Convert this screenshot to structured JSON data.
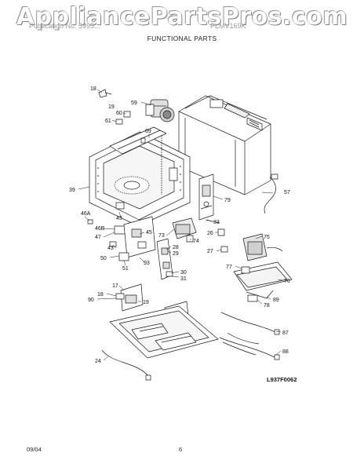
{
  "watermark": "AppliancePartsPros.com",
  "header": {
    "publication": "Publication No. 5995...",
    "model": "PLMV169K",
    "section_title": "FUNCTIONAL PARTS"
  },
  "diagram_code": "L937F0062",
  "footer": {
    "date": "09/04",
    "page": "6"
  },
  "callouts": [
    {
      "id": "c18a",
      "label": "18"
    },
    {
      "id": "c19a",
      "label": "19"
    },
    {
      "id": "c59",
      "label": "59"
    },
    {
      "id": "c60",
      "label": "60"
    },
    {
      "id": "c61",
      "label": "61"
    },
    {
      "id": "c69",
      "label": "69"
    },
    {
      "id": "c39",
      "label": "39"
    },
    {
      "id": "c79",
      "label": "79"
    },
    {
      "id": "c57",
      "label": "57"
    },
    {
      "id": "c46A",
      "label": "46A"
    },
    {
      "id": "c43a",
      "label": "43"
    },
    {
      "id": "c33",
      "label": "33"
    },
    {
      "id": "c46B",
      "label": "46B"
    },
    {
      "id": "c45",
      "label": "45"
    },
    {
      "id": "c73",
      "label": "73"
    },
    {
      "id": "c26",
      "label": "26"
    },
    {
      "id": "c47",
      "label": "47"
    },
    {
      "id": "c74",
      "label": "74"
    },
    {
      "id": "c75",
      "label": "75"
    },
    {
      "id": "c28",
      "label": "28"
    },
    {
      "id": "c43b",
      "label": "43"
    },
    {
      "id": "c29",
      "label": "29"
    },
    {
      "id": "c27",
      "label": "27"
    },
    {
      "id": "c50",
      "label": "50"
    },
    {
      "id": "c93",
      "label": "93"
    },
    {
      "id": "c77",
      "label": "77"
    },
    {
      "id": "c51",
      "label": "51"
    },
    {
      "id": "c30",
      "label": "30"
    },
    {
      "id": "c31",
      "label": "31"
    },
    {
      "id": "c76",
      "label": "76"
    },
    {
      "id": "c17",
      "label": "17"
    },
    {
      "id": "c18b",
      "label": "18"
    },
    {
      "id": "c90",
      "label": "90"
    },
    {
      "id": "c19b",
      "label": "19"
    },
    {
      "id": "c89",
      "label": "89"
    },
    {
      "id": "c78",
      "label": "78"
    },
    {
      "id": "c87",
      "label": "87"
    },
    {
      "id": "c88",
      "label": "88"
    },
    {
      "id": "c24",
      "label": "24"
    }
  ]
}
